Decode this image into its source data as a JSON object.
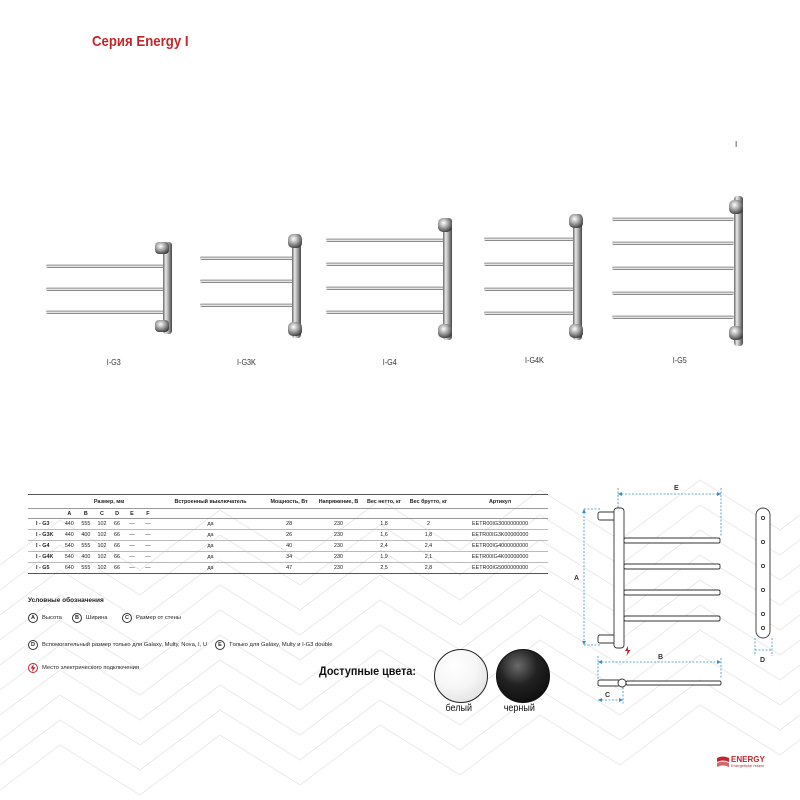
{
  "title": "Серия Energy I",
  "page_mark": "I",
  "products": [
    {
      "model": "I-G3"
    },
    {
      "model": "I-G3K"
    },
    {
      "model": "I-G4"
    },
    {
      "model": "I-G4K"
    },
    {
      "model": "I-G5"
    }
  ],
  "table": {
    "group_headers": {
      "size": "Размер, мм",
      "switch": "Встроенный выключатель",
      "power": "Мощность, Вт",
      "voltage": "Напряжение, В",
      "net_weight": "Вес нетто, кг",
      "gross_weight": "Вес брутто, кг",
      "article": "Артикул"
    },
    "dim_headers": [
      "A",
      "B",
      "C",
      "D",
      "E",
      "F"
    ],
    "rows": [
      {
        "model": "I - G3",
        "a": "440",
        "b": "555",
        "c": "102",
        "d": "66",
        "e": "—",
        "f": "—",
        "switch": "да",
        "power": "28",
        "voltage": "230",
        "net": "1,8",
        "gross": "2",
        "article": "EETR00IG3000000000"
      },
      {
        "model": "I - G3K",
        "a": "440",
        "b": "400",
        "c": "102",
        "d": "66",
        "e": "—",
        "f": "—",
        "switch": "да",
        "power": "26",
        "voltage": "230",
        "net": "1,6",
        "gross": "1,8",
        "article": "EETR00IG3K00000000"
      },
      {
        "model": "I - G4",
        "a": "540",
        "b": "555",
        "c": "102",
        "d": "66",
        "e": "—",
        "f": "—",
        "switch": "да",
        "power": "40",
        "voltage": "230",
        "net": "2,4",
        "gross": "2,4",
        "article": "EETR00IG4000000000"
      },
      {
        "model": "I - G4K",
        "a": "540",
        "b": "400",
        "c": "102",
        "d": "66",
        "e": "—",
        "f": "—",
        "switch": "да",
        "power": "34",
        "voltage": "230",
        "net": "1,9",
        "gross": "2,1",
        "article": "EETR00IG4K00000000"
      },
      {
        "model": "I - G5",
        "a": "640",
        "b": "555",
        "c": "102",
        "d": "66",
        "e": "—",
        "f": "—",
        "switch": "да",
        "power": "47",
        "voltage": "230",
        "net": "2,5",
        "gross": "2,8",
        "article": "EETR00IG5000000000"
      }
    ]
  },
  "legend": {
    "title": "Условные обозначения",
    "items": [
      {
        "key": "A",
        "text": "Высота"
      },
      {
        "key": "B",
        "text": "Ширина"
      },
      {
        "key": "C",
        "text": "Размер от стены"
      },
      {
        "key": "D",
        "text": "Вспомогательный размер только для Galaxy, Multy, Nova, I, U"
      },
      {
        "key": "E",
        "text": "Tолько для Galaxy, Multy и I-G3 double"
      }
    ],
    "electric_text": "Место электрического подключения"
  },
  "colors": {
    "label": "Доступные цвета:",
    "options": [
      {
        "name": "белый",
        "hex": "#ffffff"
      },
      {
        "name": "черный",
        "hex": "#111111"
      }
    ]
  },
  "diagram": {
    "labels": {
      "a": "A",
      "b": "B",
      "c": "C",
      "d": "D",
      "e": "E"
    }
  },
  "brand": {
    "name": "ENERGY",
    "tagline": "Energetické řešení"
  },
  "accent_color": "#c0272d",
  "dimension_color": "#3a8fc0"
}
